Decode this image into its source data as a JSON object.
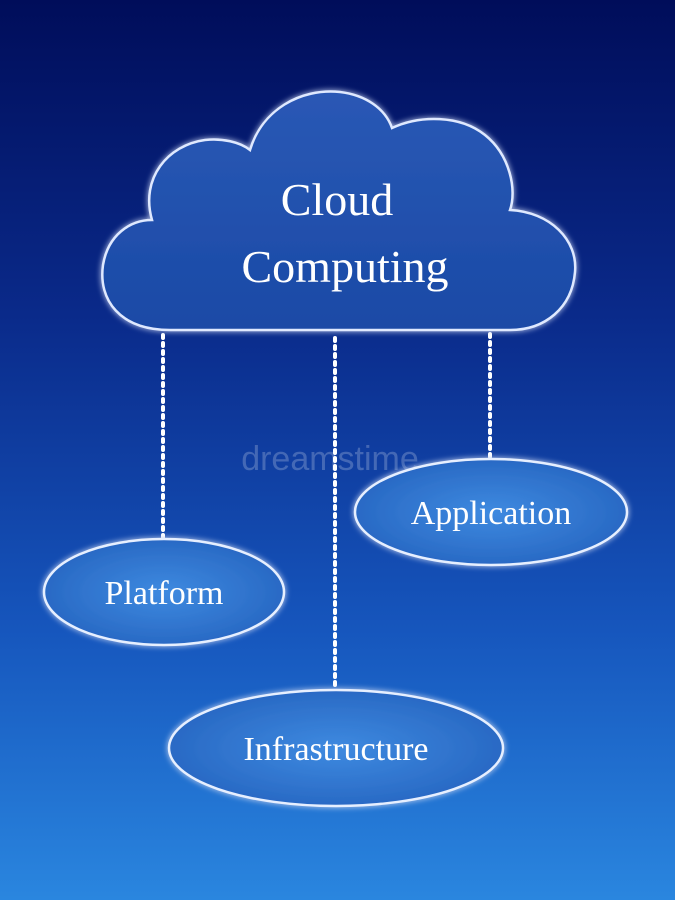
{
  "diagram": {
    "cloud": {
      "line1": "Cloud",
      "line2": "Computing"
    },
    "nodes": {
      "platform": "Platform",
      "application": "Application",
      "infrastructure": "Infrastructure"
    }
  },
  "watermark": "dreamstime",
  "colors": {
    "background_top": "#000d5a",
    "background_bottom": "#2a86df",
    "node_fill": "#2f74c9",
    "outline": "#ffffff"
  }
}
